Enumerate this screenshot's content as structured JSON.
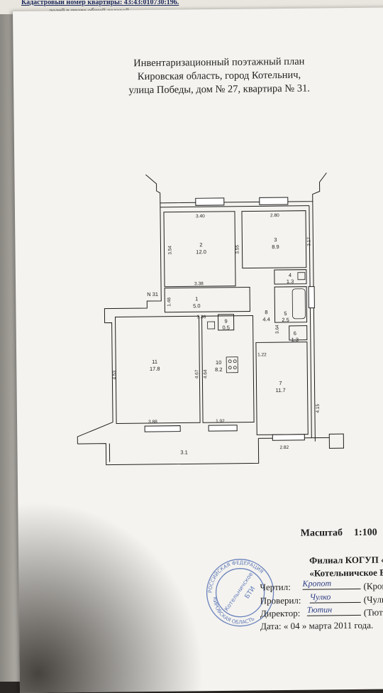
{
  "under_sheet": {
    "line1": "Кадастровый номер квартиры: 43:43:010730:196.",
    "line2": "... долей в праве общей долевой"
  },
  "title": {
    "line1": "Инвентаризационный поэтажный план",
    "line2": "Кировская область, город Котельнич,",
    "line3": "улица Победы, дом № 27, квартира № 31."
  },
  "plan": {
    "apartment_label": "N 31",
    "rooms": [
      {
        "num": "1",
        "area": "5.0"
      },
      {
        "num": "2",
        "area": "12.0"
      },
      {
        "num": "3",
        "area": "8.9"
      },
      {
        "num": "4",
        "area": "1.3"
      },
      {
        "num": "5",
        "area": "2.5"
      },
      {
        "num": "6",
        "area": "1.3"
      },
      {
        "num": "7",
        "area": "11.7"
      },
      {
        "num": "8",
        "area": "4.4"
      },
      {
        "num": "9",
        "area": "0.5"
      },
      {
        "num": "10",
        "area": "8.2"
      },
      {
        "num": "11",
        "area": "17.8"
      },
      {
        "num": "",
        "area": "3.1"
      }
    ],
    "dimensions": [
      "3.40",
      "2.80",
      "3.54",
      "3.55",
      "3.17",
      "3.38",
      "1.48",
      "3.36",
      "3.64",
      "1.22",
      "4.53",
      "4.67",
      "4.64",
      "4.15",
      "3.88",
      "1.92",
      "2.82"
    ]
  },
  "scale": {
    "label": "Масштаб",
    "value": "1:100"
  },
  "signatures": {
    "org1": "Филиал КОГУП «Б",
    "org2": "«Котельничское Б",
    "drew_label": "Чертил:",
    "drew_sig": "Кропот",
    "drew_name": "(Кропо",
    "checked_label": "Проверил:",
    "checked_sig": "Чулко",
    "checked_name": "(Чулко",
    "director_label": "Директор:",
    "director_sig": "Тютин",
    "director_name": "(Тюти",
    "date": "Дата: « 04 » марта  2011 года."
  },
  "stamp": {
    "ring_top": "РОССИЙСКАЯ ФЕДЕРАЦИЯ",
    "ring_bottom": "КИРОВСКАЯ ОБЛАСТЬ",
    "center1": "Котельничское",
    "center2": "БТИ"
  },
  "colors": {
    "ink": "#1e1e1e",
    "stamp": "#4866b0",
    "paper": "#f4f3ef",
    "signature": "#2f3f86"
  }
}
